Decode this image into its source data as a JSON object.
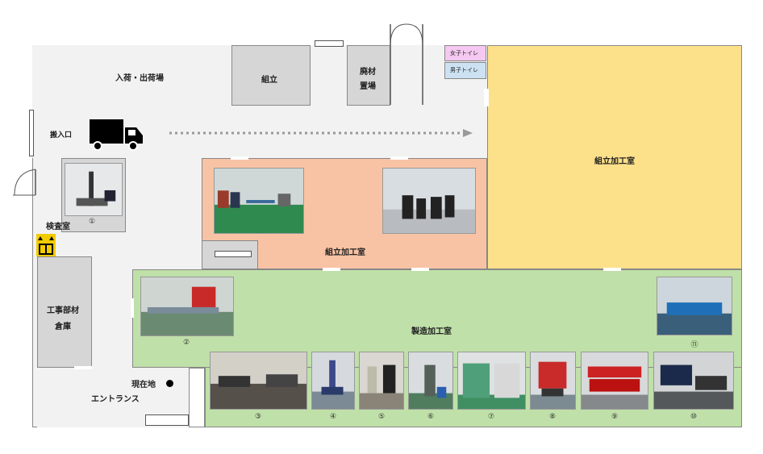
{
  "rooms": {
    "shipping": "入荷・出荷場",
    "assembly_small": "組立",
    "scrap_1": "廃材",
    "scrap_2": "置場",
    "toilet_women": "女子トイレ",
    "toilet_men": "男子トイレ",
    "assembly_large": "組立加工室",
    "assembly_mid": "組立加工室",
    "entrance_gate": "搬入口",
    "inspection": "検査室",
    "warehouse_1": "工事部材",
    "warehouse_2": "倉庫",
    "manufacturing": "製造加工室",
    "current_location": "現在地",
    "entrance": "エントランス"
  },
  "photo_numbers": [
    "①",
    "②",
    "③",
    "④",
    "⑤",
    "⑥",
    "⑦",
    "⑧",
    "⑨",
    "⑩",
    "⑪"
  ],
  "colors": {
    "floor": "#f2f2f2",
    "room_gray": "#d6d6d6",
    "assembly_yellow": "#fde08a",
    "assembly_salmon": "#f8c3a4",
    "manufacturing_green": "#bfe0a8",
    "toilet_women": "#f4c8f0",
    "toilet_men": "#cce2f3"
  }
}
